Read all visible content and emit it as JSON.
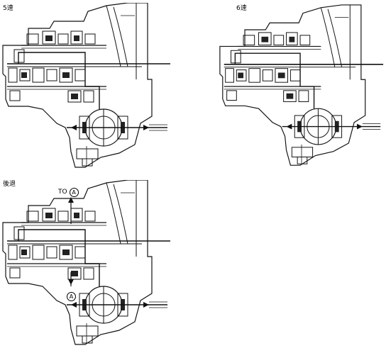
{
  "panels": [
    {
      "label": "5速"
    },
    {
      "label": "6速"
    },
    {
      "label": "後退"
    }
  ],
  "annotations": {
    "to_label": "TO",
    "circle_letter": "A"
  }
}
